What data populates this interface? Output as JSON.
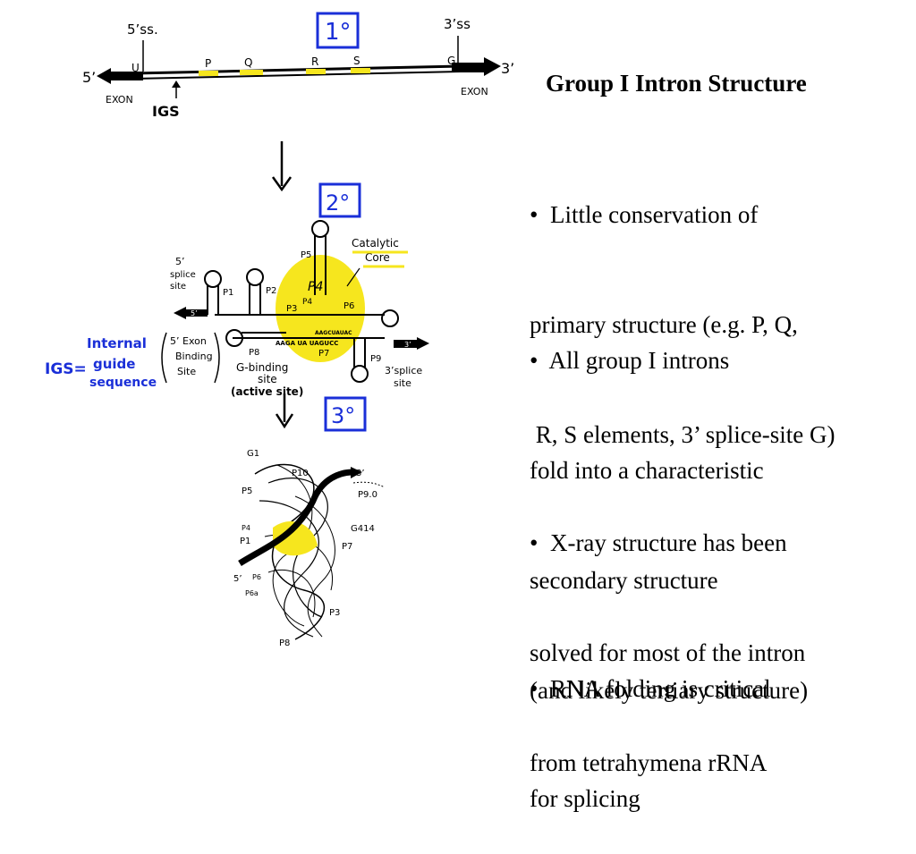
{
  "title": "Group I Intron Structure",
  "bullets": [
    {
      "lines": [
        "•  Little conservation of",
        "primary structure (e.g. P, Q,",
        " R, S elements, 3’ splice-site G)"
      ]
    },
    {
      "lines": [
        "•  All group I introns",
        "fold into a characteristic",
        "secondary structure",
        "(and likely tertiary structure)"
      ]
    },
    {
      "lines": [
        "•  X-ray structure has been",
        "solved for most of the intron",
        "from tetrahymena rRNA"
      ]
    },
    {
      "lines": [
        "•  RNA folding is critical",
        "for splicing"
      ]
    }
  ],
  "primary": {
    "label": "1°",
    "ss5": "5’ss.",
    "ss3": "3’ss",
    "end5": "5’",
    "end3": "3’",
    "exon_left": "EXON",
    "exon_right": "EXON",
    "igs": "IGS",
    "u": "U",
    "g": "G",
    "elements": [
      "P",
      "Q",
      "R",
      "S"
    ]
  },
  "secondary": {
    "label": "2°",
    "splice5": [
      "5’",
      "splice",
      "site"
    ],
    "catalytic": [
      "Catalytic",
      "Core"
    ],
    "igs_eq": "IGS=",
    "internal": [
      "Internal",
      "guide",
      "sequence"
    ],
    "binding": [
      "5’ Exon",
      "Binding",
      "Site"
    ],
    "gbinding": [
      "G-binding",
      "site",
      "(active site)"
    ],
    "splice3": [
      "3’splice",
      "site"
    ],
    "stems": [
      "P1",
      "P2",
      "P3",
      "P4",
      "P5",
      "P6",
      "P7",
      "P8",
      "P9"
    ],
    "p4_letters": "P4",
    "seq1": "AAGA UA UAGUCC",
    "seq2": "AAGCUAUAC",
    "exon5": "5’",
    "exon3": "3’"
  },
  "tertiary": {
    "label": "3°",
    "g1": "G1",
    "five": "5’",
    "three": "3’",
    "labels": [
      "P10",
      "P5",
      "P9.0",
      "P4",
      "P1",
      "G414",
      "P7",
      "P6",
      "P6a",
      "P3",
      "P8"
    ]
  },
  "colors": {
    "highlight": "#f6e61e",
    "blue": "#1a2fd8",
    "ink": "#000000"
  }
}
